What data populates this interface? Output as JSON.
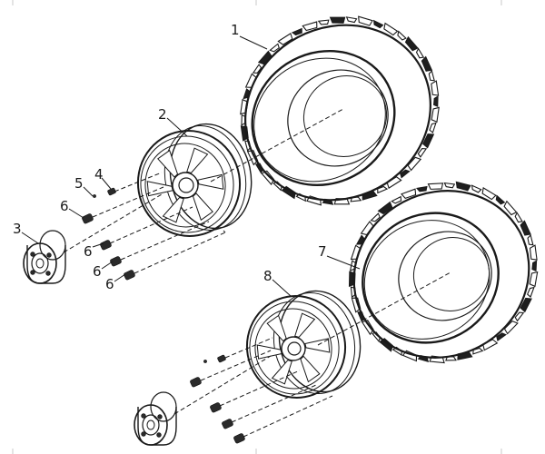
{
  "callouts": {
    "c1": "1",
    "c2": "2",
    "c3": "3",
    "c4": "4",
    "c5": "5",
    "c6a": "6",
    "c6b": "6",
    "c6c": "6",
    "c6d": "6",
    "c7": "7",
    "c8": "8"
  },
  "colors": {
    "ink": "#1a1a1a",
    "paper": "#ffffff",
    "dark_fill": "#1f1f1f"
  }
}
